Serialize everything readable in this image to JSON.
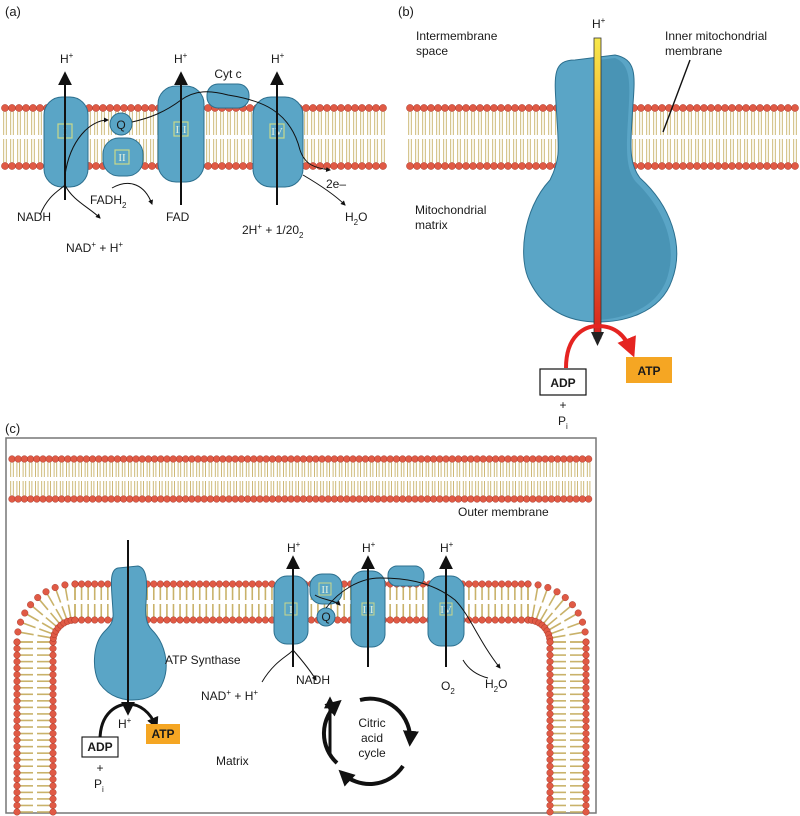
{
  "colors": {
    "protein": "#5aa5c6",
    "protein_dark": "#3d86a8",
    "protein_stroke": "#2c6f8e",
    "head": "#e05a45",
    "tail": "#c9b26a",
    "atp_box": "#f5a623",
    "arrow_red": "#e52421",
    "rod_yellow": "#f7e84a"
  },
  "panel_a": {
    "tag": "(a)",
    "complex_I": "I",
    "complex_II": "II",
    "complex_III": "III",
    "complex_IV": "IV",
    "q": "Q",
    "cyt_c": "Cyt c",
    "h_plus": "H",
    "plus_sup": "+",
    "nadh": "NADH",
    "fadh2": "FADH",
    "fadh2_sub": "2",
    "fad": "FAD",
    "nad": "NAD",
    "nad_tail": " + H",
    "two_e": "2e–",
    "two_h": "2H",
    "half_o2": " + 1/20",
    "half_o2_sub": "2",
    "h2o": "H",
    "h2o_sub": "2",
    "h2o_tail": "O"
  },
  "panel_b": {
    "tag": "(b)",
    "h_plus": "H",
    "plus_sup": "+",
    "intermembrane_1": "Intermembrane",
    "intermembrane_2": "space",
    "inner_1": "Inner mitochondrial",
    "inner_2": "membrane",
    "matrix_1": "Mitochondrial",
    "matrix_2": "matrix",
    "adp": "ADP",
    "atp": "ATP",
    "plus": "+",
    "pi": "P",
    "pi_sub": "i"
  },
  "panel_c": {
    "tag": "(c)",
    "outer_membrane": "Outer membrane",
    "atp_synthase": "ATP Synthase",
    "matrix": "Matrix",
    "h_plus": "H",
    "plus_sup": "+",
    "adp": "ADP",
    "atp": "ATP",
    "plus": "+",
    "pi": "P",
    "pi_sub": "i",
    "nad": "NAD",
    "nad_tail": " + H",
    "nadh": "NADH",
    "o2": "O",
    "o2_sub": "2",
    "h2o": "H",
    "h2o_sub": "2",
    "h2o_tail": "O",
    "citric_1": "Citric",
    "citric_2": "acid",
    "citric_3": "cycle",
    "complex_I": "I",
    "complex_II": "II",
    "complex_III": "III",
    "complex_IV": "IV",
    "q": "Q"
  }
}
